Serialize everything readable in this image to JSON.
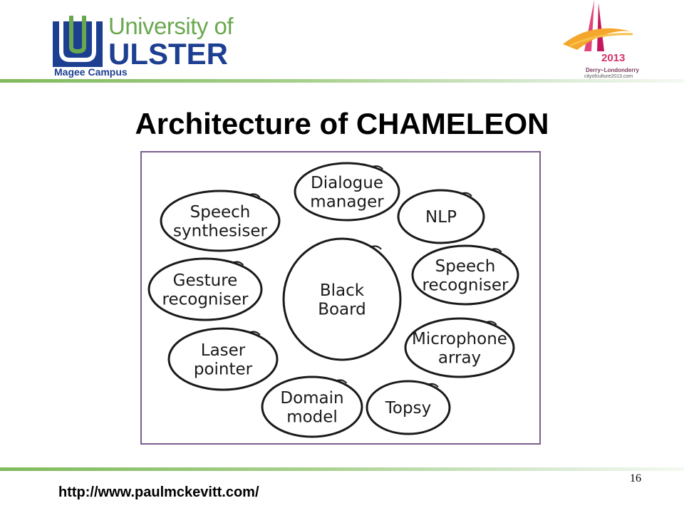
{
  "header": {
    "university_line1": "University of",
    "university_line2": "ULSTER",
    "campus": "Magee Campus",
    "city_year": "2013",
    "city_name": "Derry~Londonderry",
    "city_url": "cityofculture2013.com"
  },
  "title": "Architecture of CHAMELEON",
  "diagram": {
    "center": {
      "lines": [
        "Black",
        "Board"
      ]
    },
    "nodes": [
      {
        "id": "dialogue-manager",
        "lines": [
          "Dialogue",
          "manager"
        ]
      },
      {
        "id": "nlp",
        "lines": [
          "NLP"
        ]
      },
      {
        "id": "speech-recogniser",
        "lines": [
          "Speech",
          "recogniser"
        ]
      },
      {
        "id": "microphone-array",
        "lines": [
          "Microphone",
          "array"
        ]
      },
      {
        "id": "topsy",
        "lines": [
          "Topsy"
        ]
      },
      {
        "id": "domain-model",
        "lines": [
          "Domain",
          "model"
        ]
      },
      {
        "id": "laser-pointer",
        "lines": [
          "Laser",
          "pointer"
        ]
      },
      {
        "id": "gesture-recogniser",
        "lines": [
          "Gesture",
          "recogniser"
        ]
      },
      {
        "id": "speech-synthesiser",
        "lines": [
          "Speech",
          "synthesiser"
        ]
      }
    ]
  },
  "footer": {
    "url": "http://www.paulmckevitt.com/",
    "page_number": "16"
  },
  "colors": {
    "ulster_blue": "#1d3f91",
    "ulster_green": "#6aa84f",
    "frame": "#7b5f8e",
    "city_pink": "#d6336c"
  }
}
